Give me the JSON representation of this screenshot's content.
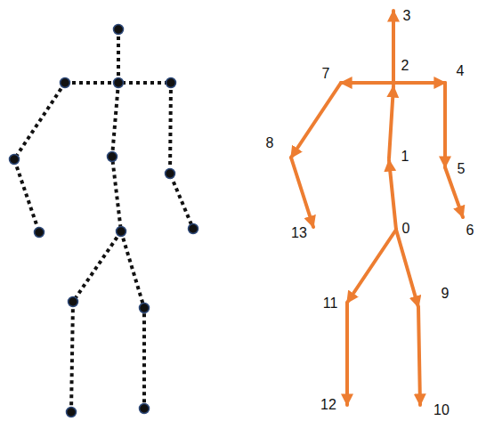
{
  "diagram": {
    "labels": [
      "3",
      "7",
      "2",
      "4",
      "8",
      "1",
      "5",
      "6",
      "13",
      "0",
      "9",
      "11",
      "12",
      "10"
    ]
  }
}
